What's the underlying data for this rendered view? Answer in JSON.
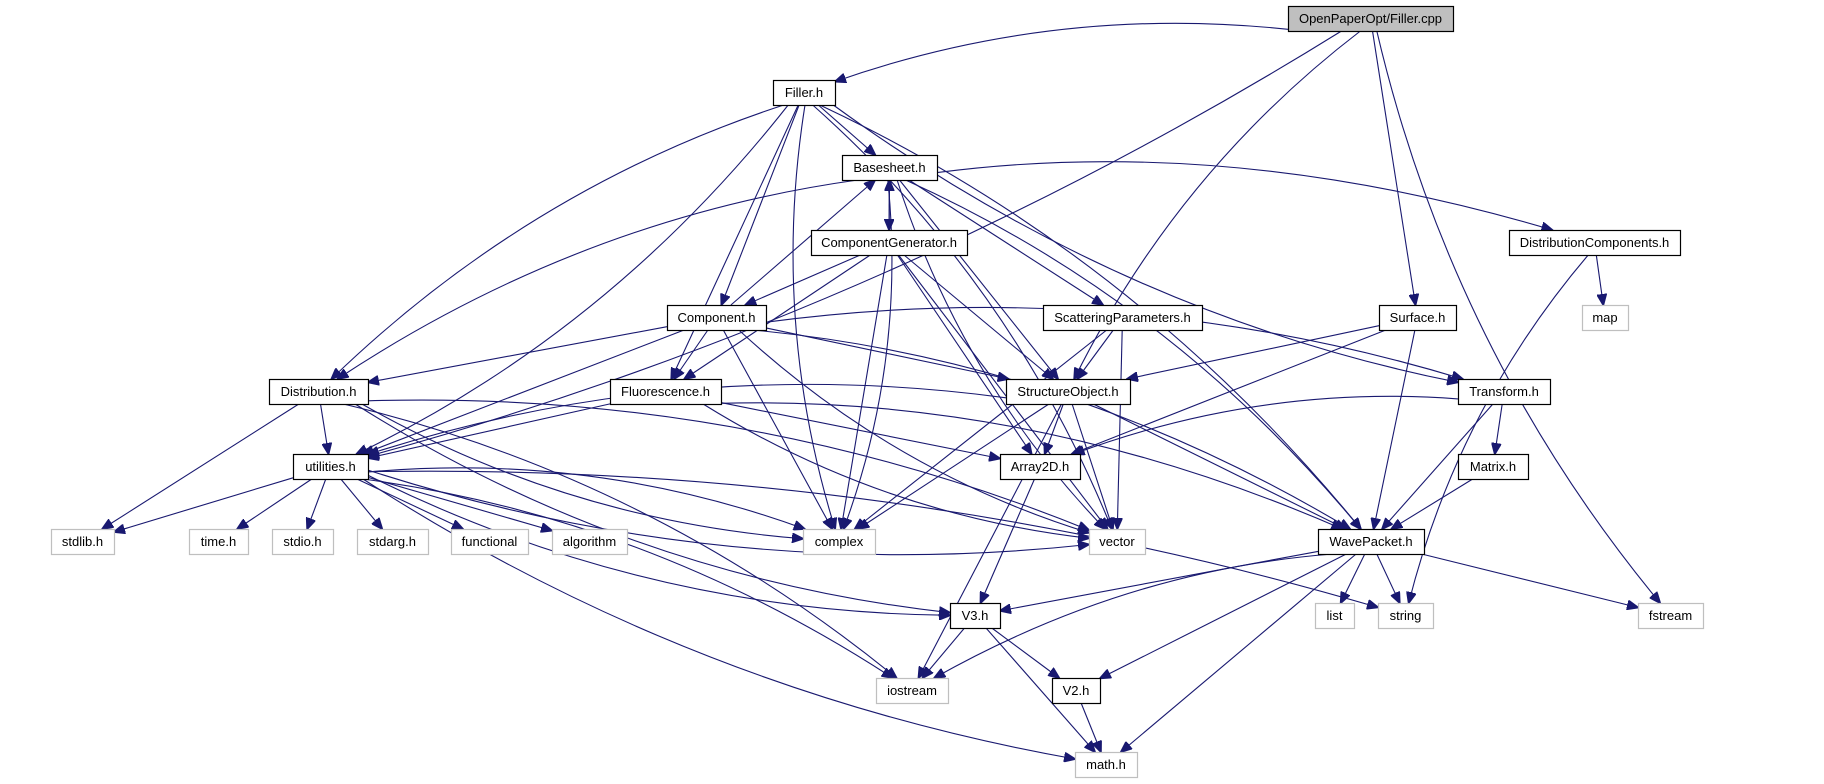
{
  "title": "OpenPaperOpt/Filler.cpp",
  "diagram_type": "include dependency graph",
  "colors": {
    "edge": "#191970",
    "root_fill": "#bfbfbf",
    "project_border": "#000000",
    "system_border": "#bfbfbf"
  },
  "nodes": [
    {
      "id": "filler_cpp",
      "label": "OpenPaperOpt/Filler.cpp",
      "kind": "root"
    },
    {
      "id": "filler_h",
      "label": "Filler.h",
      "kind": "project"
    },
    {
      "id": "basesheet_h",
      "label": "Basesheet.h",
      "kind": "project"
    },
    {
      "id": "componentgenerator_h",
      "label": "ComponentGenerator.h",
      "kind": "project"
    },
    {
      "id": "distributioncomponents_h",
      "label": "DistributionComponents.h",
      "kind": "project"
    },
    {
      "id": "component_h",
      "label": "Component.h",
      "kind": "project"
    },
    {
      "id": "scatteringparameters_h",
      "label": "ScatteringParameters.h",
      "kind": "project"
    },
    {
      "id": "surface_h",
      "label": "Surface.h",
      "kind": "project"
    },
    {
      "id": "map",
      "label": "map",
      "kind": "system"
    },
    {
      "id": "distribution_h",
      "label": "Distribution.h",
      "kind": "project"
    },
    {
      "id": "fluorescence_h",
      "label": "Fluorescence.h",
      "kind": "project"
    },
    {
      "id": "structureobject_h",
      "label": "StructureObject.h",
      "kind": "project"
    },
    {
      "id": "transform_h",
      "label": "Transform.h",
      "kind": "project"
    },
    {
      "id": "utilities_h",
      "label": "utilities.h",
      "kind": "project"
    },
    {
      "id": "array2d_h",
      "label": "Array2D.h",
      "kind": "project"
    },
    {
      "id": "matrix_h",
      "label": "Matrix.h",
      "kind": "project"
    },
    {
      "id": "stdlib_h",
      "label": "stdlib.h",
      "kind": "system"
    },
    {
      "id": "time_h",
      "label": "time.h",
      "kind": "system"
    },
    {
      "id": "stdio_h",
      "label": "stdio.h",
      "kind": "system"
    },
    {
      "id": "stdarg_h",
      "label": "stdarg.h",
      "kind": "system"
    },
    {
      "id": "functional",
      "label": "functional",
      "kind": "system"
    },
    {
      "id": "algorithm",
      "label": "algorithm",
      "kind": "system"
    },
    {
      "id": "complex",
      "label": "complex",
      "kind": "system"
    },
    {
      "id": "vector",
      "label": "vector",
      "kind": "system"
    },
    {
      "id": "wavepacket_h",
      "label": "WavePacket.h",
      "kind": "project"
    },
    {
      "id": "list",
      "label": "list",
      "kind": "system"
    },
    {
      "id": "string",
      "label": "string",
      "kind": "system"
    },
    {
      "id": "fstream",
      "label": "fstream",
      "kind": "system"
    },
    {
      "id": "v3_h",
      "label": "V3.h",
      "kind": "project"
    },
    {
      "id": "iostream",
      "label": "iostream",
      "kind": "system"
    },
    {
      "id": "v2_h",
      "label": "V2.h",
      "kind": "project"
    },
    {
      "id": "math_h",
      "label": "math.h",
      "kind": "system"
    }
  ],
  "edges": [
    [
      "filler_cpp",
      "filler_h"
    ],
    [
      "filler_cpp",
      "utilities_h"
    ],
    [
      "filler_cpp",
      "structureobject_h"
    ],
    [
      "filler_cpp",
      "surface_h"
    ],
    [
      "filler_cpp",
      "fstream"
    ],
    [
      "filler_h",
      "basesheet_h"
    ],
    [
      "filler_h",
      "component_h"
    ],
    [
      "filler_h",
      "fluorescence_h"
    ],
    [
      "filler_h",
      "distribution_h"
    ],
    [
      "filler_h",
      "utilities_h"
    ],
    [
      "filler_h",
      "complex"
    ],
    [
      "filler_h",
      "vector"
    ],
    [
      "filler_h",
      "transform_h"
    ],
    [
      "filler_h",
      "wavepacket_h"
    ],
    [
      "basesheet_h",
      "componentgenerator_h"
    ],
    [
      "basesheet_h",
      "distributioncomponents_h"
    ],
    [
      "basesheet_h",
      "scatteringparameters_h"
    ],
    [
      "basesheet_h",
      "structureobject_h"
    ],
    [
      "basesheet_h",
      "distribution_h"
    ],
    [
      "basesheet_h",
      "complex"
    ],
    [
      "basesheet_h",
      "vector"
    ],
    [
      "basesheet_h",
      "wavepacket_h"
    ],
    [
      "componentgenerator_h",
      "basesheet_h"
    ],
    [
      "componentgenerator_h",
      "component_h"
    ],
    [
      "componentgenerator_h",
      "fluorescence_h"
    ],
    [
      "componentgenerator_h",
      "structureobject_h"
    ],
    [
      "componentgenerator_h",
      "array2d_h"
    ],
    [
      "componentgenerator_h",
      "complex"
    ],
    [
      "componentgenerator_h",
      "vector"
    ],
    [
      "distributioncomponents_h",
      "map"
    ],
    [
      "distributioncomponents_h",
      "string"
    ],
    [
      "component_h",
      "basesheet_h"
    ],
    [
      "component_h",
      "distribution_h"
    ],
    [
      "component_h",
      "fluorescence_h"
    ],
    [
      "component_h",
      "structureobject_h"
    ],
    [
      "component_h",
      "transform_h"
    ],
    [
      "component_h",
      "utilities_h"
    ],
    [
      "component_h",
      "complex"
    ],
    [
      "component_h",
      "vector"
    ],
    [
      "component_h",
      "wavepacket_h"
    ],
    [
      "scatteringparameters_h",
      "structureobject_h"
    ],
    [
      "scatteringparameters_h",
      "complex"
    ],
    [
      "scatteringparameters_h",
      "vector"
    ],
    [
      "surface_h",
      "structureobject_h"
    ],
    [
      "surface_h",
      "array2d_h"
    ],
    [
      "surface_h",
      "wavepacket_h"
    ],
    [
      "distribution_h",
      "utilities_h"
    ],
    [
      "distribution_h",
      "stdlib_h"
    ],
    [
      "distribution_h",
      "complex"
    ],
    [
      "distribution_h",
      "vector"
    ],
    [
      "distribution_h",
      "v3_h"
    ],
    [
      "distribution_h",
      "iostream"
    ],
    [
      "fluorescence_h",
      "utilities_h"
    ],
    [
      "fluorescence_h",
      "array2d_h"
    ],
    [
      "fluorescence_h",
      "vector"
    ],
    [
      "fluorescence_h",
      "wavepacket_h"
    ],
    [
      "structureobject_h",
      "utilities_h"
    ],
    [
      "structureobject_h",
      "array2d_h"
    ],
    [
      "structureobject_h",
      "complex"
    ],
    [
      "structureobject_h",
      "vector"
    ],
    [
      "structureobject_h",
      "wavepacket_h"
    ],
    [
      "structureobject_h",
      "iostream"
    ],
    [
      "transform_h",
      "array2d_h"
    ],
    [
      "transform_h",
      "matrix_h"
    ],
    [
      "transform_h",
      "wavepacket_h"
    ],
    [
      "utilities_h",
      "stdlib_h"
    ],
    [
      "utilities_h",
      "time_h"
    ],
    [
      "utilities_h",
      "stdio_h"
    ],
    [
      "utilities_h",
      "stdarg_h"
    ],
    [
      "utilities_h",
      "functional"
    ],
    [
      "utilities_h",
      "algorithm"
    ],
    [
      "utilities_h",
      "complex"
    ],
    [
      "utilities_h",
      "vector"
    ],
    [
      "utilities_h",
      "string"
    ],
    [
      "utilities_h",
      "v3_h"
    ],
    [
      "utilities_h",
      "iostream"
    ],
    [
      "utilities_h",
      "math_h"
    ],
    [
      "array2d_h",
      "v3_h"
    ],
    [
      "matrix_h",
      "wavepacket_h"
    ],
    [
      "wavepacket_h",
      "list"
    ],
    [
      "wavepacket_h",
      "string"
    ],
    [
      "wavepacket_h",
      "fstream"
    ],
    [
      "wavepacket_h",
      "v3_h"
    ],
    [
      "wavepacket_h",
      "v2_h"
    ],
    [
      "wavepacket_h",
      "iostream"
    ],
    [
      "wavepacket_h",
      "math_h"
    ],
    [
      "v3_h",
      "iostream"
    ],
    [
      "v3_h",
      "v2_h"
    ],
    [
      "v3_h",
      "math_h"
    ],
    [
      "v2_h",
      "math_h"
    ]
  ]
}
